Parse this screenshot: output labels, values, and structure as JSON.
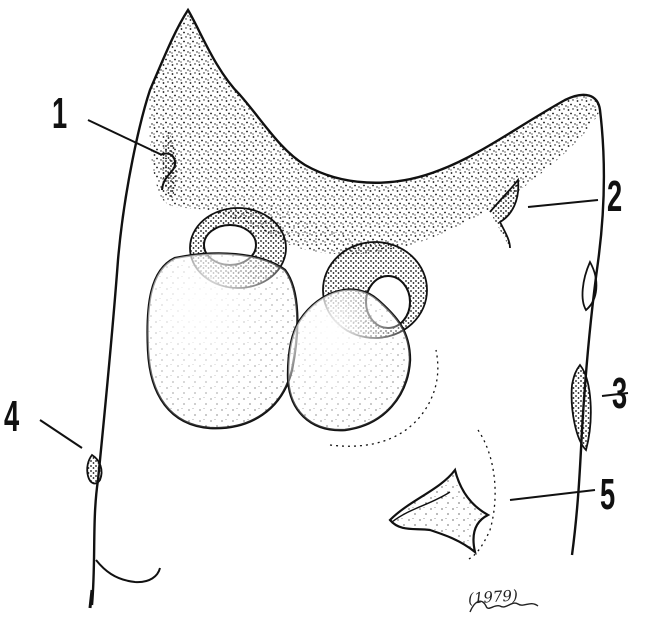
{
  "labels": {
    "one": "1",
    "two": "2",
    "three": "3",
    "four": "4",
    "five": "5"
  },
  "signature": {
    "year": "(1979)"
  },
  "colors": {
    "ink": "#111111",
    "paper": "#ffffff"
  }
}
